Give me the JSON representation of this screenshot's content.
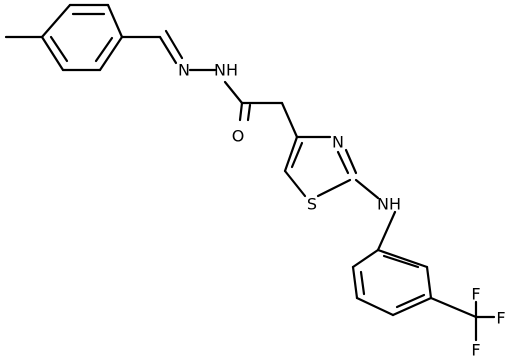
{
  "molecule": {
    "atoms": {
      "hydrazide_nh": "NH",
      "imine_n": "N",
      "carbonyl_o": "O",
      "thiazole_n": "N",
      "thiazole_s": "S",
      "aniline_nh": "NH",
      "fluorine_top": "F",
      "fluorine_right": "F",
      "fluorine_bottom": "F"
    }
  }
}
